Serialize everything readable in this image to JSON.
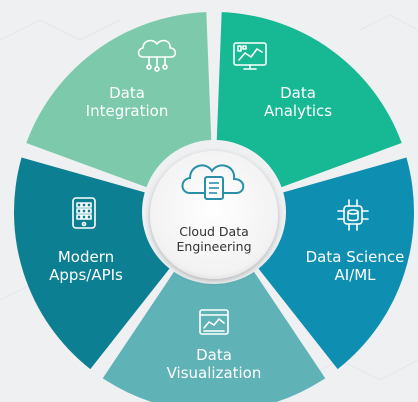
{
  "diagram": {
    "center": {
      "line1": "Cloud Data",
      "line2": "Engineering",
      "icon": "cloud-document-icon"
    },
    "segments": [
      {
        "id": "integration",
        "line1": "Data",
        "line2": "Integration",
        "color": "#7cc9ac",
        "icon": "cloud-network-icon"
      },
      {
        "id": "analytics",
        "line1": "Data",
        "line2": "Analytics",
        "color": "#17b894",
        "icon": "analytics-dashboard-icon"
      },
      {
        "id": "science",
        "line1": "Data Science",
        "line2": "AI/ML",
        "color": "#0e8fb2",
        "icon": "ai-chip-icon"
      },
      {
        "id": "visualization",
        "line1": "Data",
        "line2": "Visualization",
        "color": "#5fb2b6",
        "icon": "chart-window-icon"
      },
      {
        "id": "apps",
        "line1": "Modern",
        "line2": "Apps/APIs",
        "color": "#0d7f92",
        "icon": "tablet-apps-icon"
      }
    ]
  }
}
